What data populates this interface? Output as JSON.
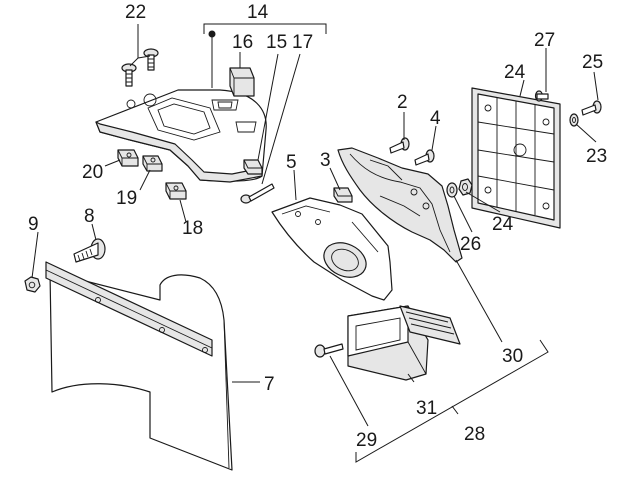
{
  "callouts": {
    "c3": "3",
    "c2": "2",
    "c4": "4",
    "c5": "5",
    "c7": "7",
    "c8": "8",
    "c9": "9",
    "c14": "14",
    "c15": "15",
    "c16": "16",
    "c17": "17",
    "c18": "18",
    "c19": "19",
    "c20": "20",
    "c22": "22",
    "c23": "23",
    "c24a": "24",
    "c24b": "24",
    "c25": "25",
    "c26": "26",
    "c27": "27",
    "c28": "28",
    "c29": "29",
    "c30": "30",
    "c31": "31"
  }
}
